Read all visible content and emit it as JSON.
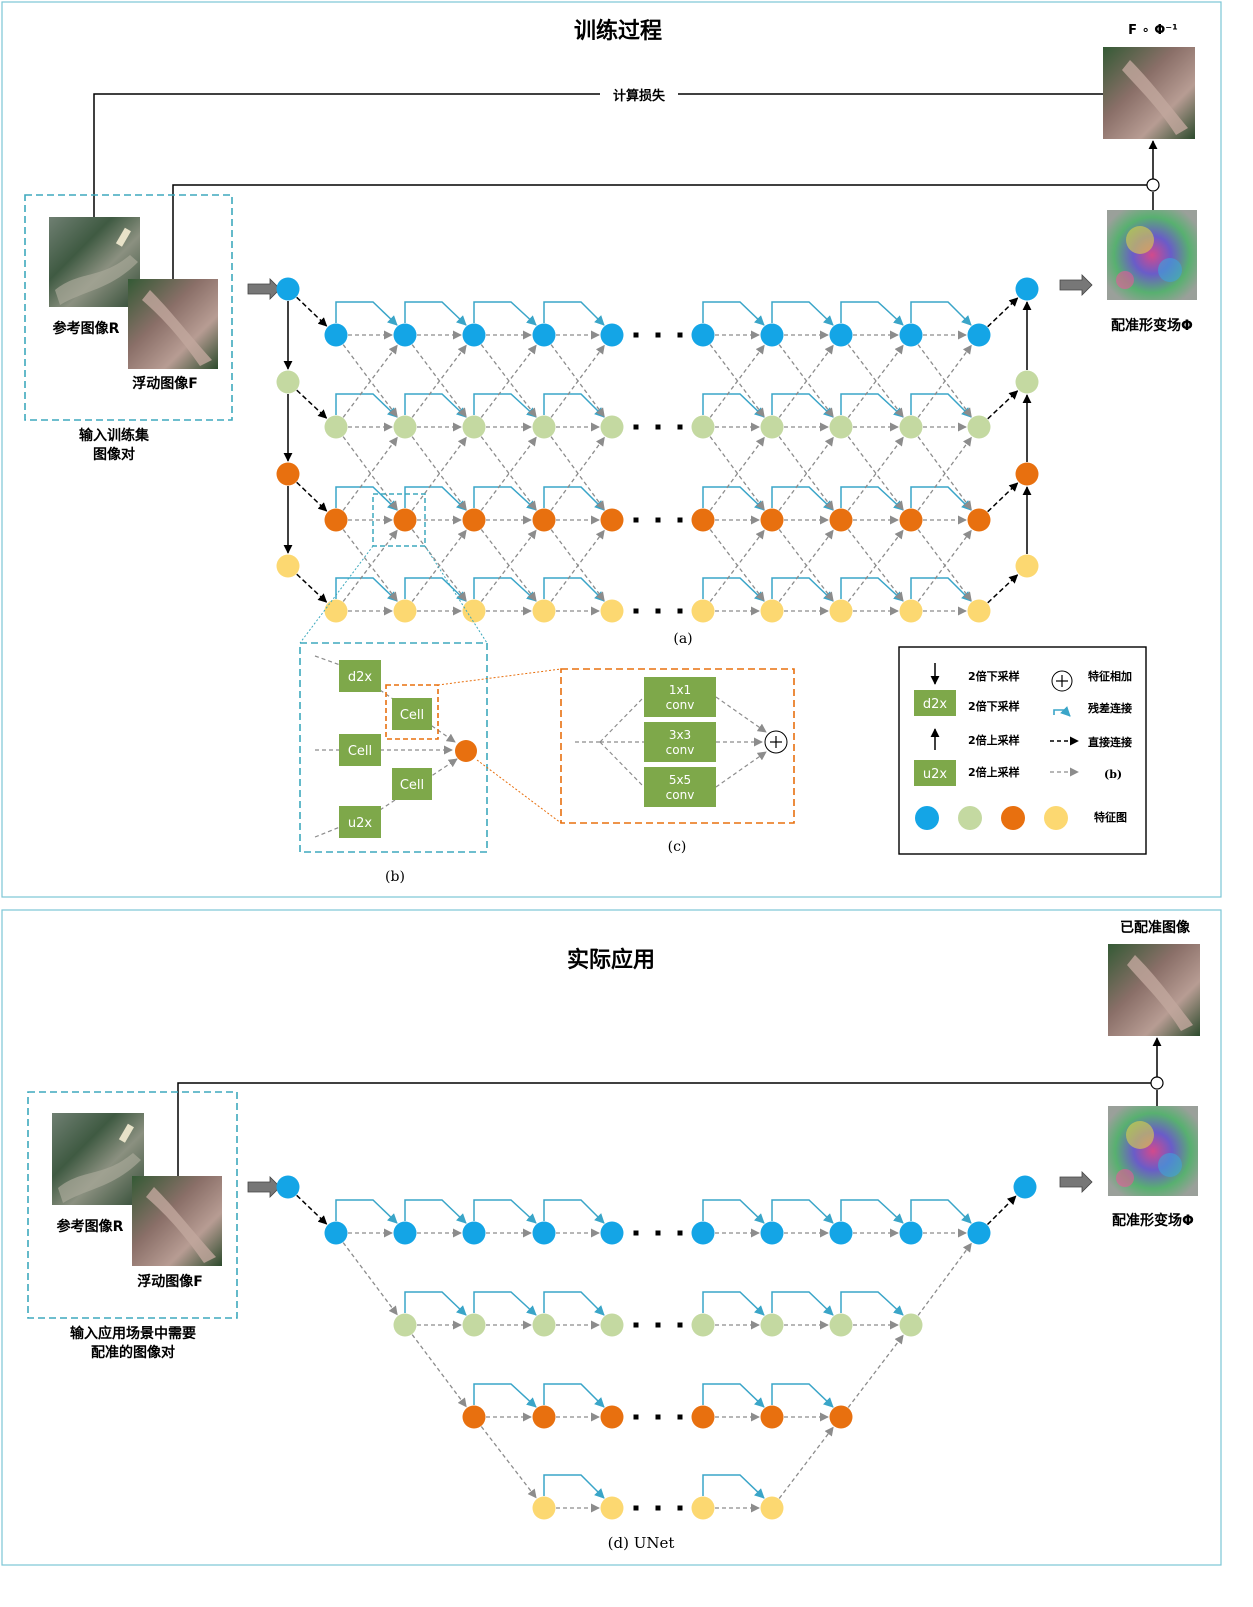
{
  "training": {
    "title": "训练过程",
    "loss_label": "计算损失",
    "warped_label": "F ∘ Φ⁻¹",
    "ref_label": "参考图像R",
    "float_label": "浮动图像F",
    "input_label_line1": "输入训练集",
    "input_label_line2": "图像对",
    "field_label": "配准形变场Φ",
    "caption_a": "(a)",
    "caption_b": "(b)",
    "caption_c": "(c)"
  },
  "detail_b": {
    "d2x": "d2x",
    "cell_top": "Cell",
    "cell_mid": "Cell",
    "cell_bottom": "Cell",
    "u2x": "u2x"
  },
  "detail_c": {
    "conv1_line1": "1x1",
    "conv1_line2": "conv",
    "conv3_line1": "3x3",
    "conv3_line2": "conv",
    "conv5_line1": "5x5",
    "conv5_line2": "conv"
  },
  "legend": {
    "downsample_arrow": "2倍下采样",
    "d2x_box": "d2x",
    "downsample_box": "2倍下采样",
    "upsample_arrow": "2倍上采样",
    "u2x_box": "u2x",
    "upsample_box": "2倍上采样",
    "feature_add": "特征相加",
    "residual": "残差连接",
    "direct": "直接连接",
    "b_ref": "(b)",
    "feature_map": "特征图"
  },
  "application": {
    "title": "实际应用",
    "registered_label": "已配准图像",
    "ref_label": "参考图像R",
    "float_label": "浮动图像F",
    "input_label_line1": "输入应用场景中需要",
    "input_label_line2": "配准的图像对",
    "field_label": "配准形变场Φ",
    "caption_d": "(d) UNet"
  },
  "colors": {
    "level1": "#14a5e6",
    "level2": "#c4d9a1",
    "level3": "#e8700f",
    "level4": "#fcd871",
    "box_green": "#7ea84a",
    "frame": "#7cc6d6",
    "dashed_teal": "#3ea9bd",
    "dashed_orange": "#e8700f",
    "skip_blue": "#3aa5c8",
    "gray_arrow": "#8c8c8c"
  }
}
